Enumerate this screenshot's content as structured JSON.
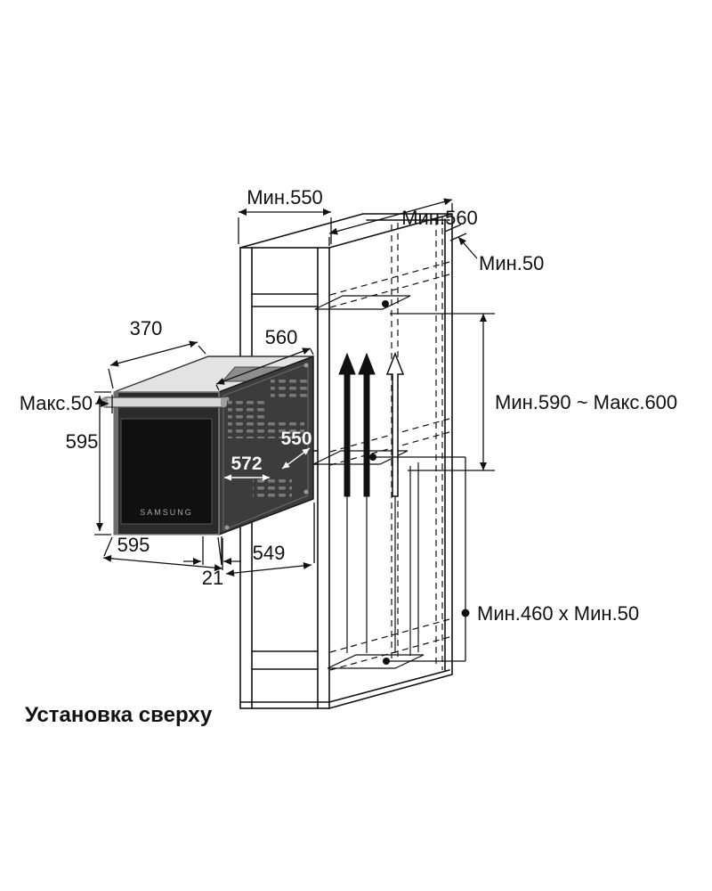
{
  "diagram": {
    "caption": "Установка сверху",
    "oven": {
      "brand": "SAMSUNG"
    },
    "dims": {
      "top_width": "Мин.550",
      "top_depth": "Мин.560",
      "top_gap": "Мин.50",
      "d370": "370",
      "d560": "560",
      "handle_max": "Макс.50",
      "height_595": "595",
      "body_572": "572",
      "body_550": "550",
      "width_595": "595",
      "door_21": "21",
      "back_549": "549",
      "niche_height": "Мин.590 ~ Макс.600",
      "vent_size": "Мин.460 x Мин.50"
    },
    "colors": {
      "line": "#111111",
      "vent": "#b3b3b3",
      "oven_panel": "#3c3c3c",
      "oven_top": "#e3e3e3",
      "white_text": "#ffffff"
    }
  }
}
